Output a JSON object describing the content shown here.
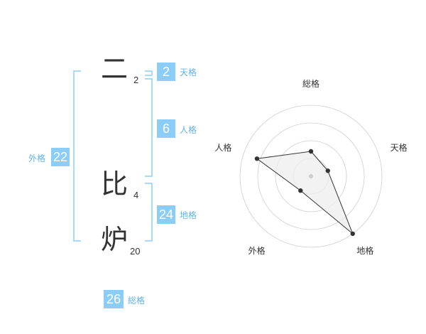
{
  "name": {
    "chars": [
      {
        "char": "二",
        "strokes": "2"
      },
      {
        "char": "比",
        "strokes": "4"
      },
      {
        "char": "炉",
        "strokes": "20"
      }
    ]
  },
  "kakusu": {
    "tenkaku": {
      "label": "天格",
      "value": "2"
    },
    "jinkaku": {
      "label": "人格",
      "value": "6"
    },
    "chikaku": {
      "label": "地格",
      "value": "24"
    },
    "gaikaku": {
      "label": "外格",
      "value": "22"
    },
    "soukaku": {
      "label": "総格",
      "value": "26"
    }
  },
  "colors": {
    "accent": "#8ccdf7",
    "accent_text": "#5fb4e6",
    "ink": "#333333"
  },
  "chart_data": {
    "type": "radar",
    "axes": [
      "総格",
      "天格",
      "地格",
      "外格",
      "人格"
    ],
    "values": [
      0.35,
      0.25,
      1.0,
      0.25,
      0.8
    ],
    "rings": 4,
    "range": [
      0,
      1
    ]
  }
}
